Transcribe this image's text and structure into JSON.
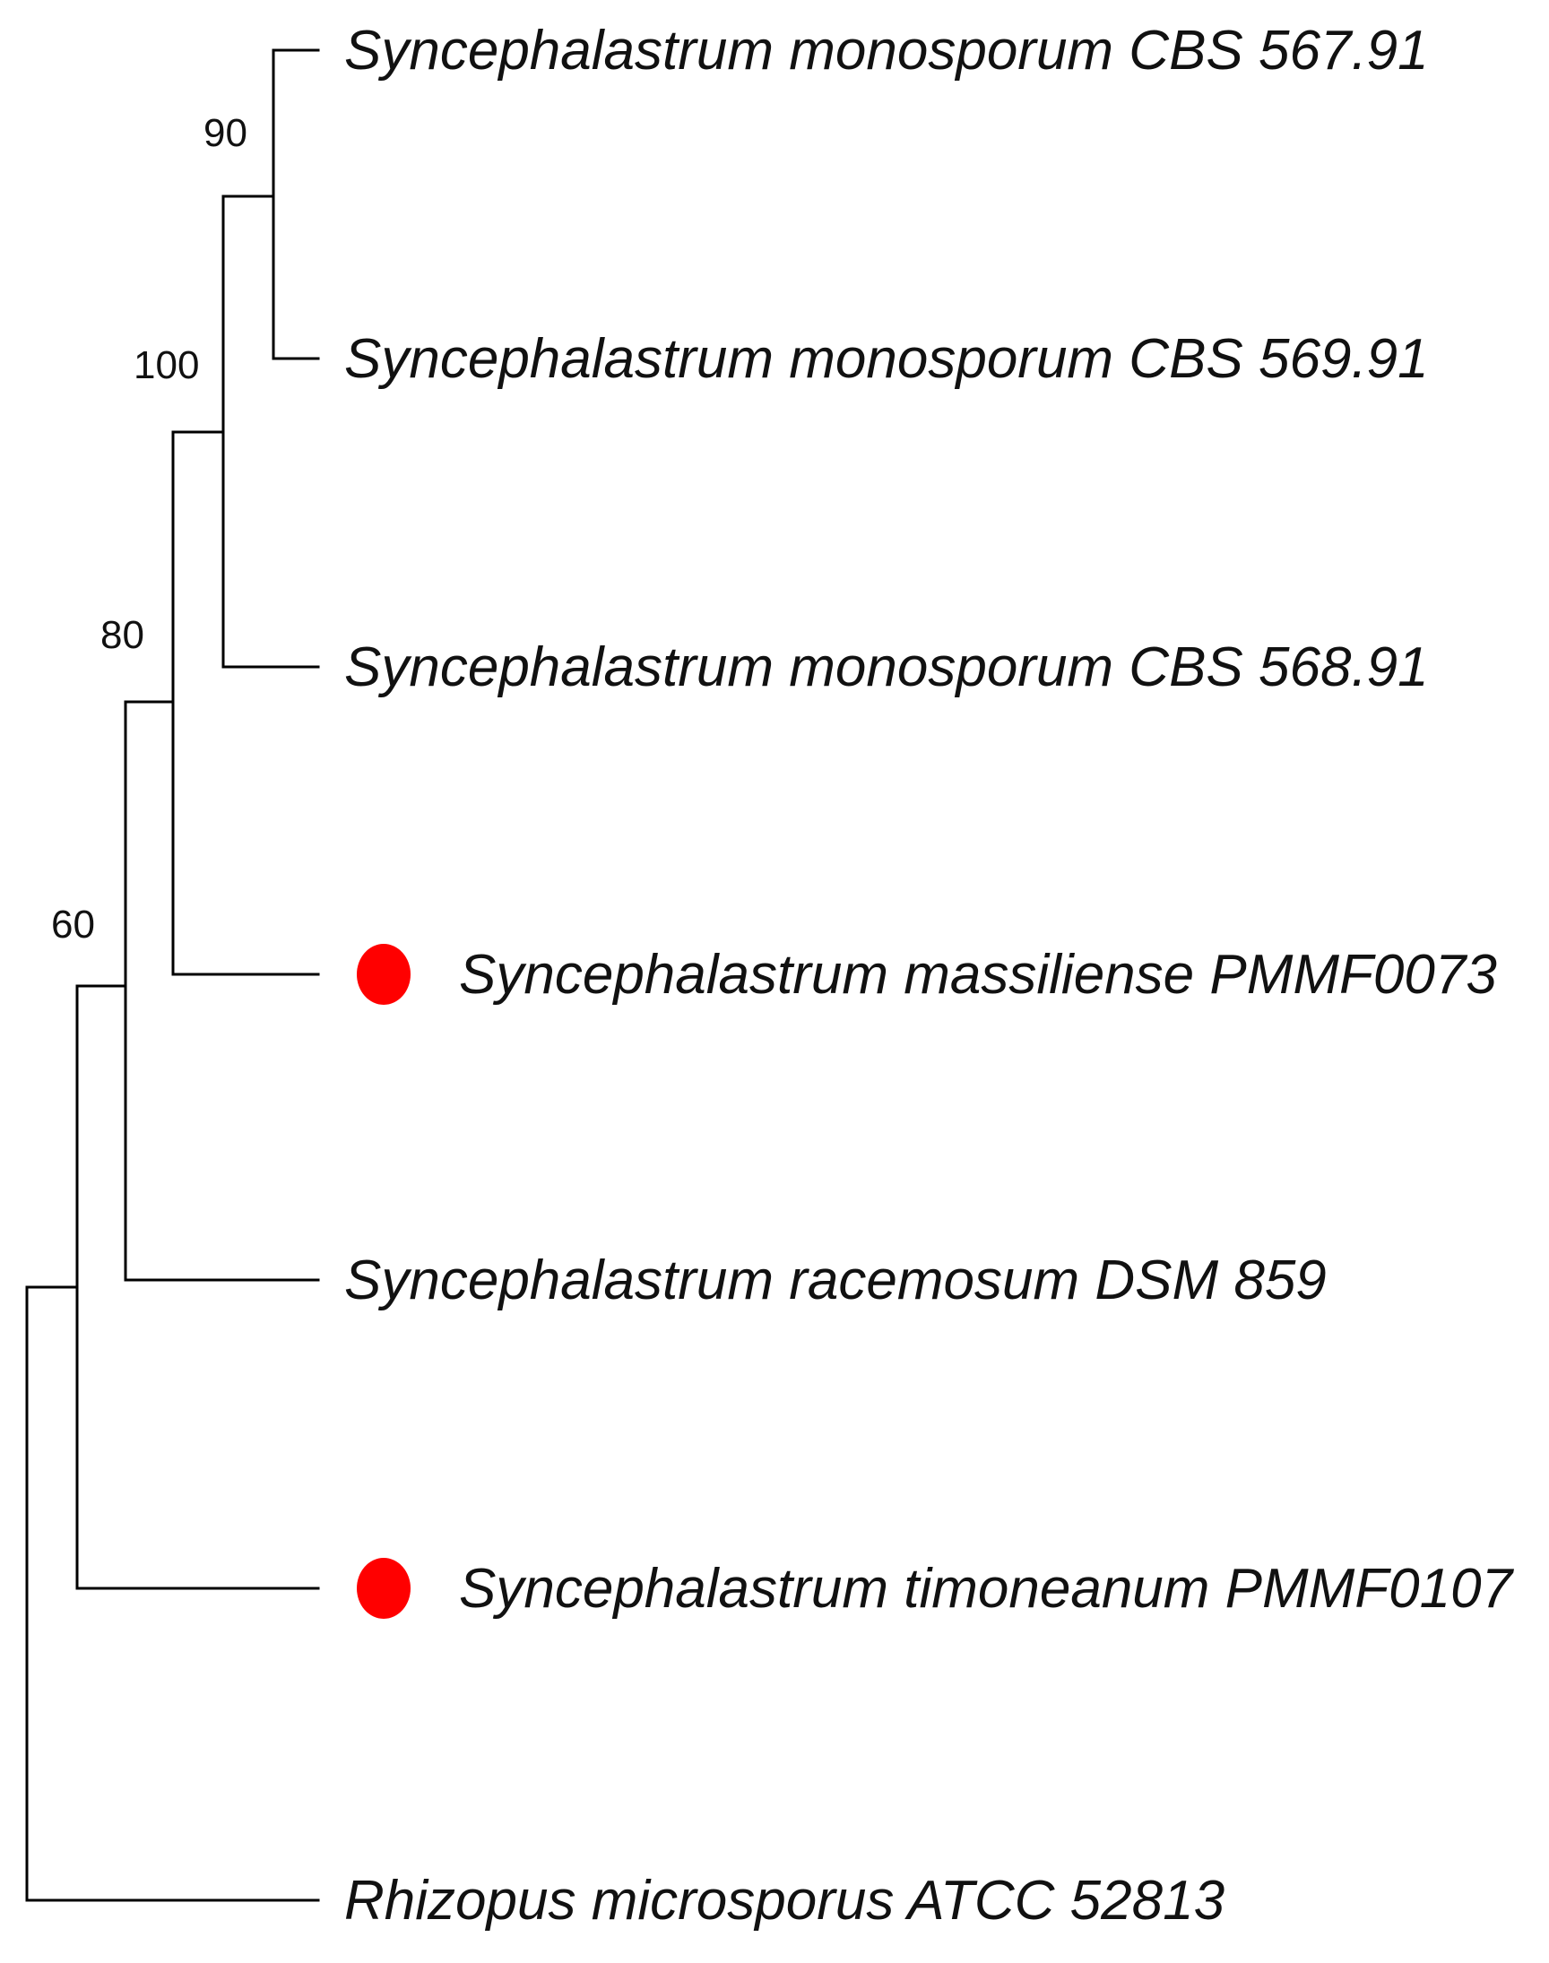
{
  "tree": {
    "taxa": [
      {
        "id": "t1",
        "label": "Syncephalastrum monosporum CBS 567.91",
        "marked": false
      },
      {
        "id": "t2",
        "label": "Syncephalastrum monosporum CBS 569.91",
        "marked": false
      },
      {
        "id": "t3",
        "label": "Syncephalastrum monosporum CBS 568.91",
        "marked": false
      },
      {
        "id": "t4",
        "label": "Syncephalastrum massiliense PMMF0073",
        "marked": true
      },
      {
        "id": "t5",
        "label": "Syncephalastrum racemosum DSM 859",
        "marked": false
      },
      {
        "id": "t6",
        "label": "Syncephalastrum timoneanum PMMF0107",
        "marked": true
      },
      {
        "id": "t7",
        "label": "Rhizopus microsporus ATCC 52813",
        "marked": false
      }
    ],
    "bootstrap": [
      {
        "node": "n90",
        "value": "90"
      },
      {
        "node": "n100",
        "value": "100"
      },
      {
        "node": "n80",
        "value": "80"
      },
      {
        "node": "n60",
        "value": "60"
      }
    ],
    "marker_color": "#ff0000",
    "line_color": "#000000"
  }
}
